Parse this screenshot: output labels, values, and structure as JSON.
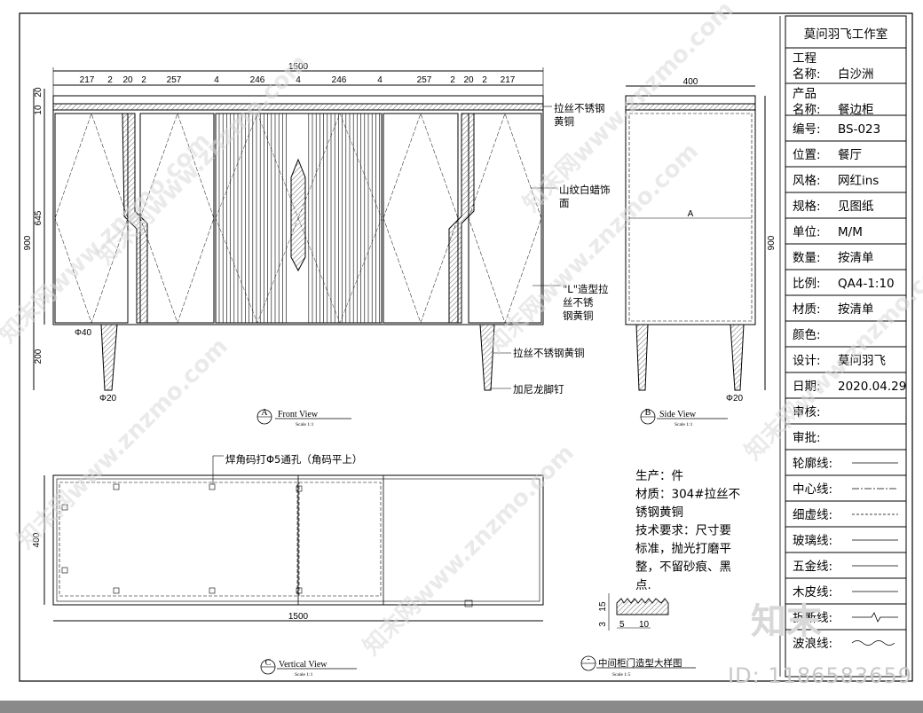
{
  "title_block": {
    "studio": "莫问羽飞工作室",
    "rows": [
      {
        "label": "工程\n名称:",
        "value": "白沙洲"
      },
      {
        "label": "产品\n名称:",
        "value": "餐边柜"
      },
      {
        "label": "编号:",
        "value": "BS-023"
      },
      {
        "label": "位置:",
        "value": "餐厅"
      },
      {
        "label": "风格:",
        "value": "网红ins"
      },
      {
        "label": "规格:",
        "value": "见图纸"
      },
      {
        "label": "单位:",
        "value": "M/M"
      },
      {
        "label": "数量:",
        "value": "按清单"
      },
      {
        "label": "比例:",
        "value": "QA4-1:10"
      },
      {
        "label": "材质:",
        "value": "按清单"
      },
      {
        "label": "颜色:",
        "value": ""
      },
      {
        "label": "设计:",
        "value": "莫问羽飞"
      },
      {
        "label": "日期:",
        "value": "2020.04.29"
      },
      {
        "label": "审核:",
        "value": ""
      },
      {
        "label": "审批:",
        "value": ""
      }
    ],
    "line_legend": [
      {
        "label": "轮廓线:",
        "style": "solid"
      },
      {
        "label": "中心线:",
        "style": "center"
      },
      {
        "label": "细虚线:",
        "style": "dashed"
      },
      {
        "label": "玻璃线:",
        "style": "solid"
      },
      {
        "label": "五金线:",
        "style": "solid"
      },
      {
        "label": "木皮线:",
        "style": "solid"
      },
      {
        "label": "折断线:",
        "style": "break"
      },
      {
        "label": "波浪线:",
        "style": "wave"
      }
    ]
  },
  "front_view": {
    "top_dims": [
      "217",
      "2",
      "20",
      "2",
      "257",
      "4",
      "246",
      "4",
      "246",
      "4",
      "257",
      "2",
      "20",
      "2",
      "217"
    ],
    "overall_width": "1500",
    "left_dims": [
      "20",
      "10",
      "645",
      "900",
      "200"
    ],
    "leg_top_dia": "Φ40",
    "leg_bottom_dia": "Φ20",
    "callouts": [
      "拉丝不锈钢\n黄铜",
      "山纹白蜡饰\n面",
      "\"L\"造型拉\n丝不锈\n钢黄铜",
      "拉丝不锈钢黄铜",
      "加尼龙脚钉"
    ],
    "caption": "Front View",
    "caption_tag": "A",
    "scale": "Scale 1:1"
  },
  "side_view": {
    "width": "400",
    "height": "900",
    "section_mark": "A",
    "leg_bottom_dia": "Φ20",
    "caption": "Side View",
    "caption_tag": "B",
    "scale": "Scale 1:1"
  },
  "top_view": {
    "hole_note": "焊角码打Φ5通孔（角码平上）",
    "depth": "400",
    "width": "1500",
    "caption": "Vertical View",
    "caption_tag": "C",
    "scale": "Scale 1:1"
  },
  "production_note": {
    "lines": [
      "生产：件",
      "材质：304#拉丝不",
      "锈钢黄铜",
      "技术要求：尺寸要",
      "标准，抛光打磨平",
      "整，不留砂痕、黑",
      "点."
    ]
  },
  "detail": {
    "dims": [
      "3",
      "15",
      "5",
      "10"
    ],
    "caption": "中间柜门造型大样图",
    "caption_tag": "-",
    "scale": "Scale 1:5"
  },
  "watermark": {
    "text": "知末网www.znzmo.com",
    "id_label": "ID: 1186583659",
    "logo": "知末"
  }
}
